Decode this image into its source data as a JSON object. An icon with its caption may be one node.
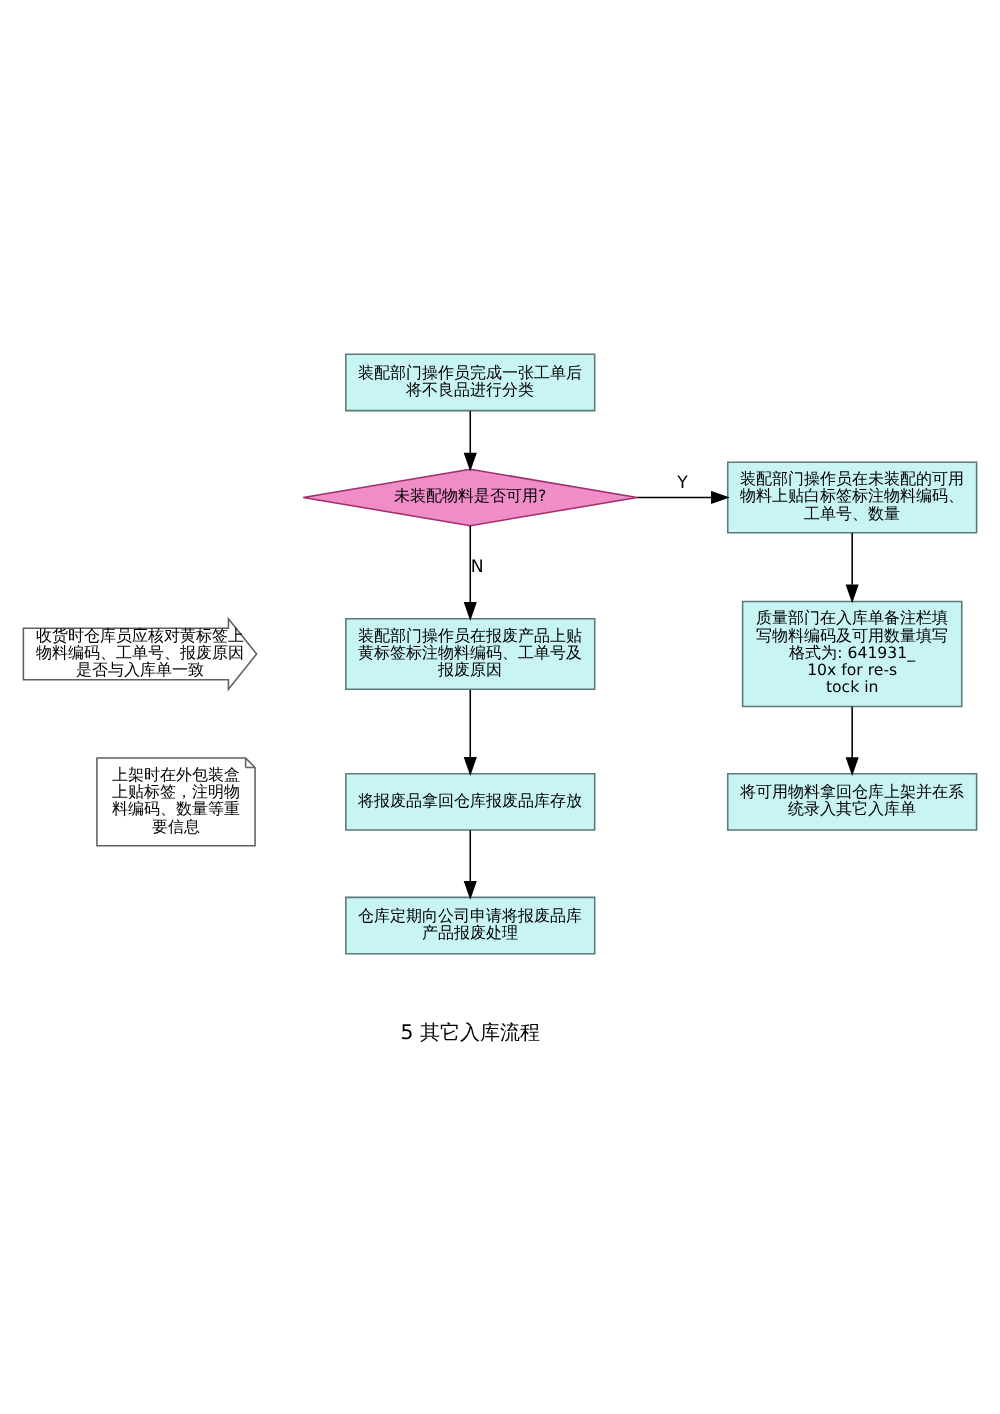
{
  "diagram": {
    "nodes": [
      {
        "text": [
          "装配部门操作员完成一张工单后将不良品进行分类"
        ]
      },
      {
        "text": [
          "未装配物料是否可用?"
        ]
      },
      {
        "text": [
          "装配部门操作员在未装配的可用物料上贴白标签标注物料编码、工单号、数量"
        ]
      },
      {
        "text": [
          "装配部门操作员在报废产品上贴黄标签标注物料编码、工单号及报废原因"
        ]
      },
      {
        "text": [
          "收货时仓库员应核对黄标签上物料编码、工单号、报废原因是否与入库单一致"
        ]
      },
      {
        "text": [
          "将报废品拿回仓库报废品库存放"
        ]
      },
      {
        "text": [
          "上架时在外包装盒上贴标签，注明物料编码、数量等重要信息"
        ]
      },
      {
        "text": [
          "仓库定期向公司申请将报废品库产品报废处理"
        ]
      },
      {
        "text": [
          "质量部门在入库单备注栏填写物料编码及可用数量填写格式为: 641931_10x for re-stock in"
        ]
      },
      {
        "text": [
          "将可用物料拿回仓库上架并在系统录入其它入库单"
        ]
      }
    ],
    "edges": [
      {
        "from": 0,
        "to": 1,
        "arrow": "to"
      },
      {
        "from": 1,
        "to": 2,
        "arrow": "to",
        "label": "Y"
      },
      {
        "from": 1,
        "to": 3,
        "arrow": "to",
        "label": "N"
      },
      {
        "from": 3,
        "to": 5,
        "arrow": "to"
      },
      {
        "from": 5,
        "to": 7,
        "arrow": "to"
      },
      {
        "from": 2,
        "to": 8,
        "arrow": "to"
      },
      {
        "from": 8,
        "to": 9,
        "arrow": "to"
      }
    ],
    "labels": [
      "5 其它入库流程"
    ]
  }
}
